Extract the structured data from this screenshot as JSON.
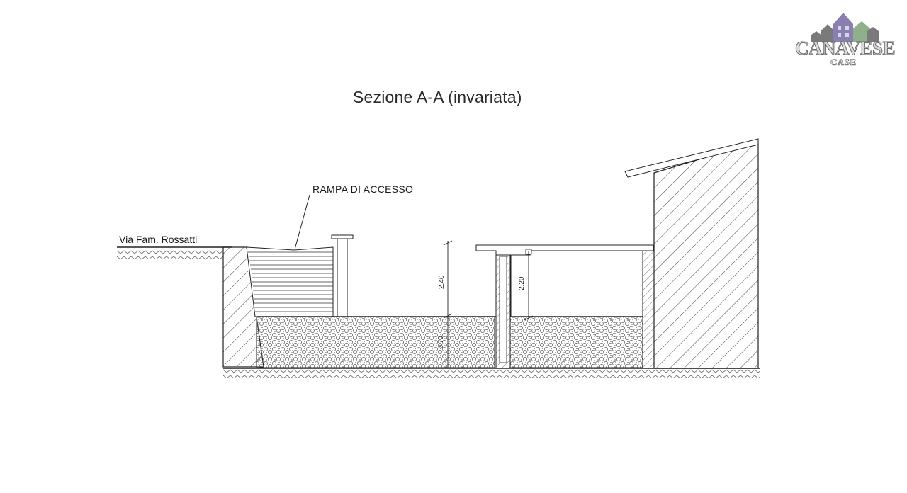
{
  "title": "Sezione A-A (invariata)",
  "labels": {
    "street": "Via Fam. Rossatti",
    "ramp": "RAMPA DI ACCESSO"
  },
  "dimensions": {
    "height_main": "2.40",
    "height_box": "2.20",
    "slab_thickness": "0.70"
  },
  "logo": {
    "name": "CANAVESE",
    "sub": "CASE"
  },
  "colors": {
    "line": "#2b2b2b",
    "logo_purple": "#8a7fb0",
    "logo_green": "#8fb08a",
    "logo_gray": "#6a6a6a"
  }
}
